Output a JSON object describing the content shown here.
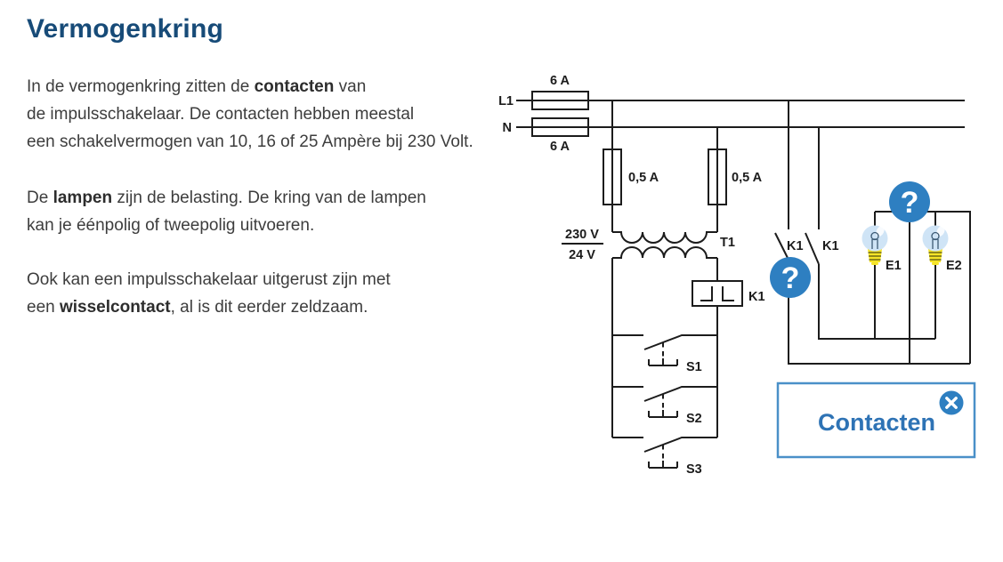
{
  "title": "Vermogenkring",
  "text": {
    "p1": {
      "l1": {
        "pre": "In de vermogenkring zitten de ",
        "bold": "contacten",
        "post": " van"
      },
      "l2": "de impulsschakelaar. De contacten hebben meestal",
      "l3": "een schakelvermogen van 10, 16 of 25 Ampère bij 230 Volt."
    },
    "p2": {
      "l1": {
        "pre": "De ",
        "bold": "lampen",
        "post": " zijn de belasting. De kring van de lampen"
      },
      "l2": "kan je éénpolig of tweepolig uitvoeren."
    },
    "p3": {
      "l1": "Ook kan een impulsschakelaar uitgerust zijn met",
      "l2": {
        "pre": "een ",
        "bold": "wisselcontact",
        "post": ", al is dit eerder zeldzaam."
      }
    }
  },
  "diagram": {
    "labels": {
      "line_l1": "L1",
      "line_n": "N",
      "fuse_l1": "6 A",
      "fuse_n": "6 A",
      "fuse_left": "0,5 A",
      "fuse_right": "0,5 A",
      "primary_voltage": "230 V",
      "secondary_voltage": "24 V",
      "transformer": "T1",
      "relay_coil": "K1",
      "contact_left": "K1",
      "contact_right": "K1",
      "button_s1": "S1",
      "button_s2": "S2",
      "button_s3": "S3",
      "lamp_e1": "E1",
      "lamp_e2": "E2"
    },
    "badge_glyph": "?"
  },
  "reveal_button": {
    "label": "Contacten"
  },
  "colors": {
    "title": "#174b78",
    "body_text": "#3d3d3d",
    "wire": "#1c1c1c",
    "badge_blue": "#2e7fc1",
    "button_border": "#4a90c8",
    "button_text": "#2e73b5",
    "bulb_fill": "#cfe4f6",
    "bulb_base": "#f5e428"
  }
}
